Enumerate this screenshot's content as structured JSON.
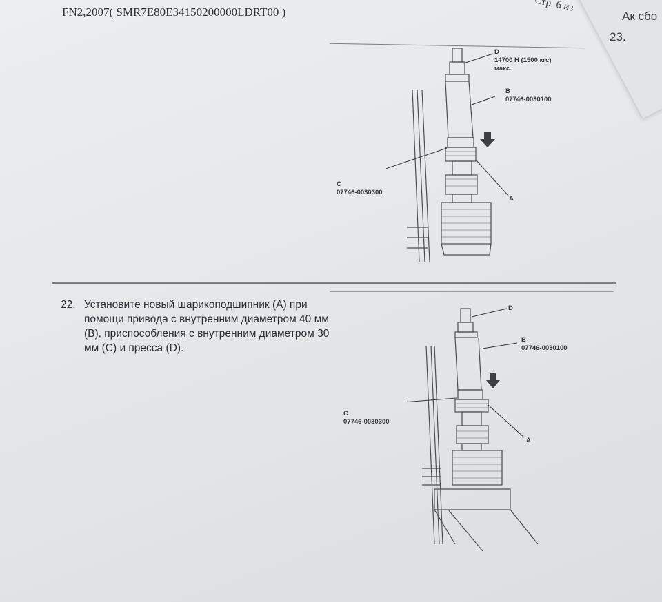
{
  "header": {
    "title": "FN2,2007( SMR7E80E34150200000LDRT00 )",
    "page_number": "Стр. 6 из"
  },
  "back_sheet": {
    "step_number": "23.",
    "text_fragment": "Ак сбо"
  },
  "figure1": {
    "label_d": "D",
    "force": "14700 Н (1500 кгс)",
    "force_note": "макс.",
    "label_b": "B",
    "part_b": "07746-0030100",
    "label_c": "C",
    "part_c": "07746-0030300",
    "label_a": "A"
  },
  "step22": {
    "number": "22.",
    "text": "Установите новый шарикоподшипник (A) при помощи привода с внутренним диаметром 40 мм (B), приспособления с внутренним диаметром 30 мм (C) и пресса (D)."
  },
  "figure2": {
    "label_d": "D",
    "label_b": "B",
    "part_b": "07746-0030100",
    "label_c": "C",
    "part_c": "07746-0030300",
    "label_a": "A"
  }
}
